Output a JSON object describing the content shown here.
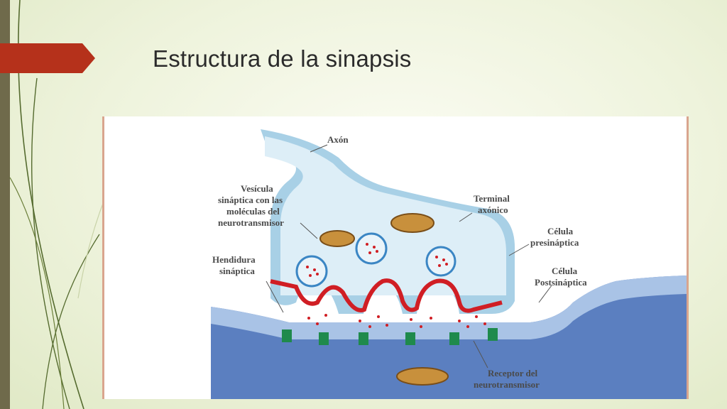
{
  "slide": {
    "title": "Estructura de la sinapsis",
    "colors": {
      "accent": "#b5311b",
      "sidebar": "#6f6a4b",
      "background": "#eef3dc"
    }
  },
  "diagram": {
    "labels": {
      "axon": "Axón",
      "vesicle_1": "Vesícula",
      "vesicle_2": "sináptica con las",
      "vesicle_3": "moléculas del",
      "vesicle_4": "neurotransmisor",
      "terminal_1": "Terminal",
      "terminal_2": "axónico",
      "presyn_1": "Célula",
      "presyn_2": "presináptica",
      "cleft_1": "Hendidura",
      "cleft_2": "sináptica",
      "postsyn_1": "Célula",
      "postsyn_2": "Postsináptica",
      "receptor_1": "Receptor del",
      "receptor_2": "neurotransmisor"
    }
  }
}
